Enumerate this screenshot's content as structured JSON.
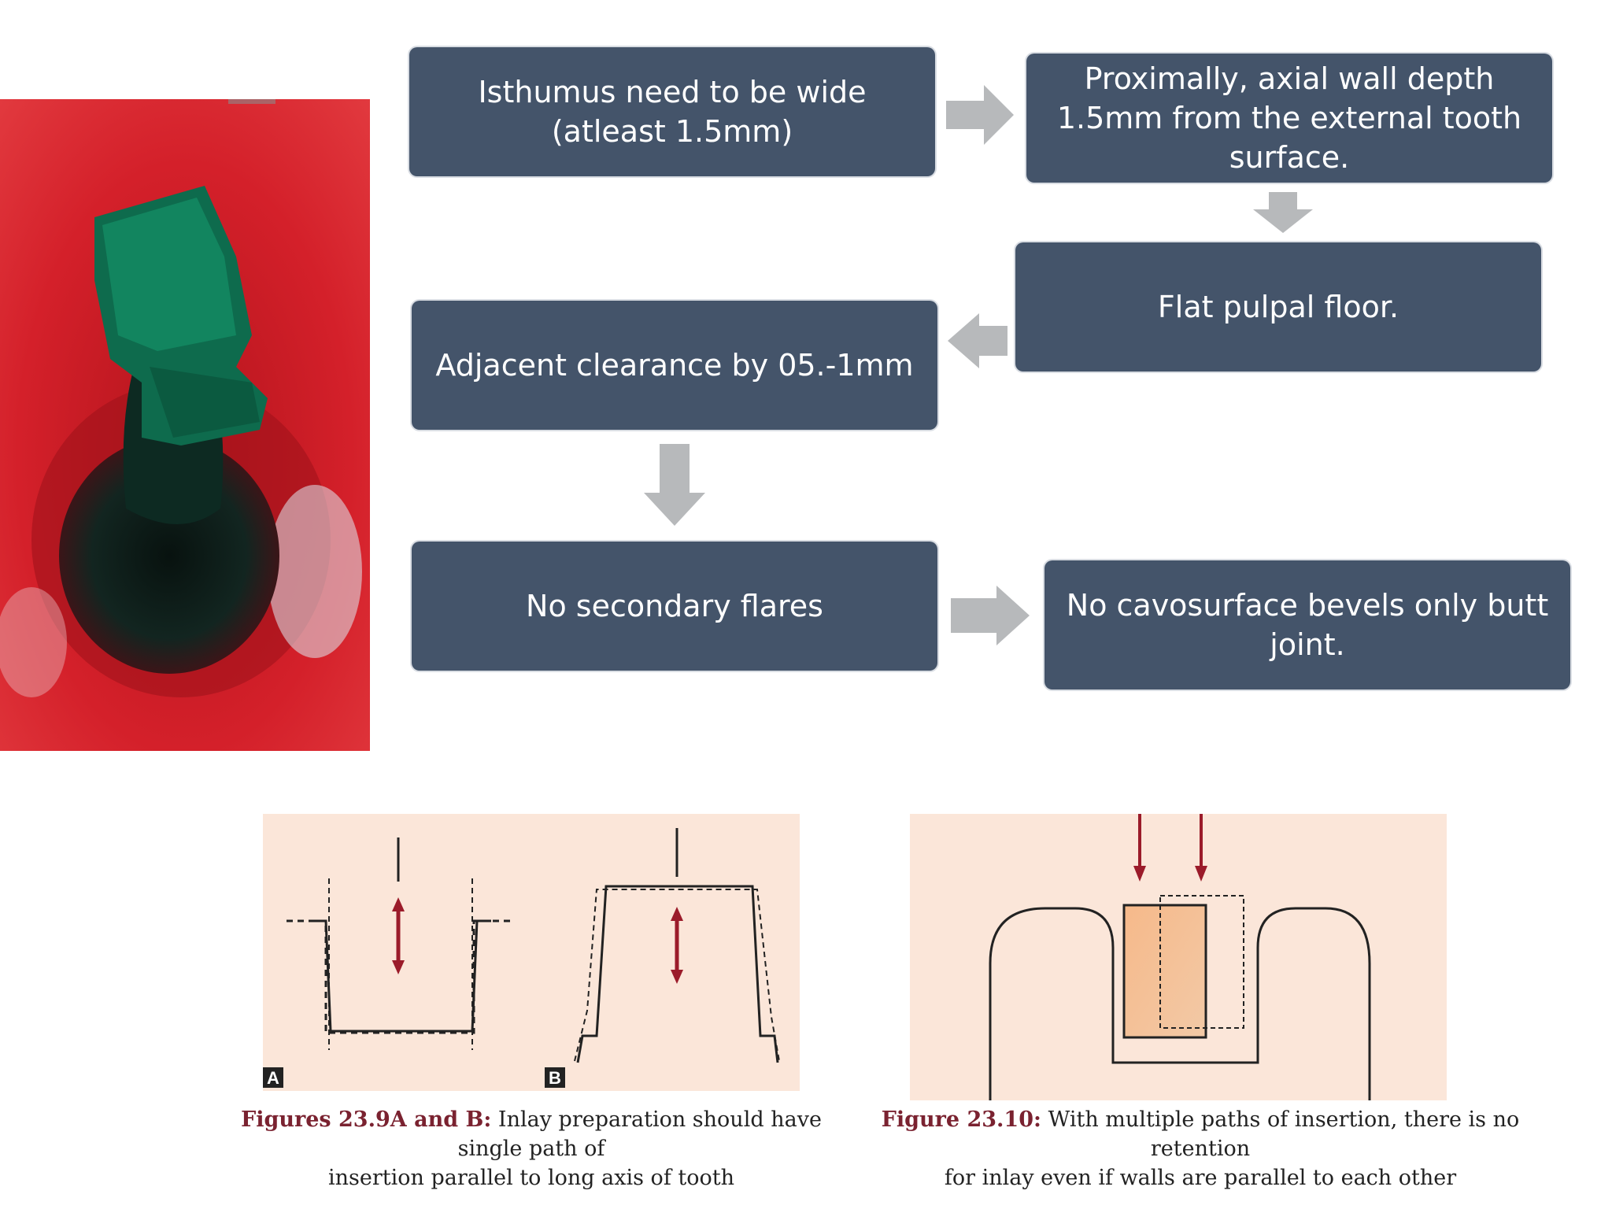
{
  "flow_boxes": [
    {
      "text": "Isthumus need to be wide (atleast 1.5mm)"
    },
    {
      "text": "Proximally, axial wall depth 1.5mm from the external tooth surface."
    },
    {
      "text": "Flat pulpal floor."
    },
    {
      "text": "Adjacent clearance by  05.-1mm"
    },
    {
      "text": "No secondary flares"
    },
    {
      "text": "No cavosurface bevels only butt joint."
    }
  ],
  "figures": {
    "left": {
      "panel_a_label": "A",
      "panel_b_label": "B",
      "caption_lead": "Figures 23.9A and B:",
      "caption_line1": "Inlay preparation should have single path of",
      "caption_line2": "insertion parallel to long axis of tooth"
    },
    "right": {
      "caption_lead": "Figure 23.10:",
      "caption_line1": "With multiple paths of insertion, there is no retention",
      "caption_line2": "for inlay even if walls are parallel to each other"
    }
  },
  "colors": {
    "box_fill": "#44546a",
    "arrow_fill": "#b7b9bb",
    "figure_background": "#fbe6d9",
    "figure_arrow": "#9b1b2a",
    "caption_lead": "#7a2230"
  }
}
